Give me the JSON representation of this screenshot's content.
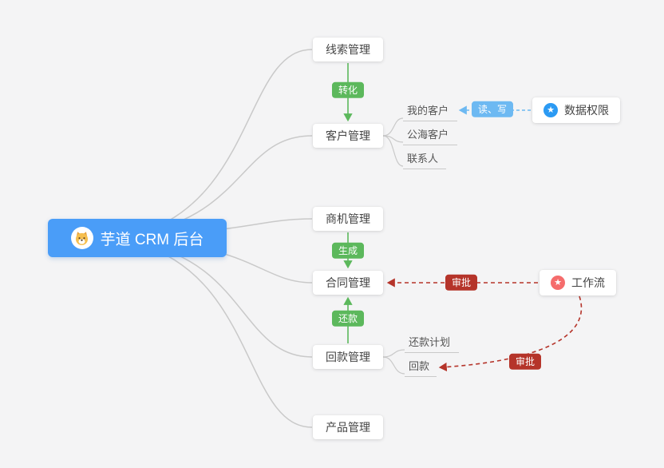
{
  "root": {
    "label": "芋道 CRM 后台",
    "icon": "dog-icon"
  },
  "branches": {
    "lead": {
      "label": "线索管理"
    },
    "customer": {
      "label": "客户管理",
      "children": [
        "我的客户",
        "公海客户",
        "联系人"
      ]
    },
    "opportunity": {
      "label": "商机管理"
    },
    "contract": {
      "label": "合同管理"
    },
    "receivable": {
      "label": "回款管理",
      "children": [
        "还款计划",
        "回款"
      ]
    },
    "product": {
      "label": "产品管理"
    }
  },
  "side_nodes": {
    "data_permission": {
      "label": "数据权限",
      "icon": "star-icon"
    },
    "workflow": {
      "label": "工作流",
      "icon": "star-icon"
    }
  },
  "edge_labels": {
    "convert": "转化",
    "generate": "生成",
    "repay": "还款",
    "read_write": "读、写",
    "approve_contract": "审批",
    "approve_receivable": "审批"
  },
  "colors": {
    "root_bg": "#4a9df8",
    "badge_green": "#5cb85c",
    "badge_light_blue": "#6db9f2",
    "badge_dark_red": "#b5342a",
    "star_blue": "#2b9af3",
    "star_red": "#f56c6c",
    "connector_gray": "#c9c9c9",
    "canvas_bg": "#f4f4f5"
  }
}
